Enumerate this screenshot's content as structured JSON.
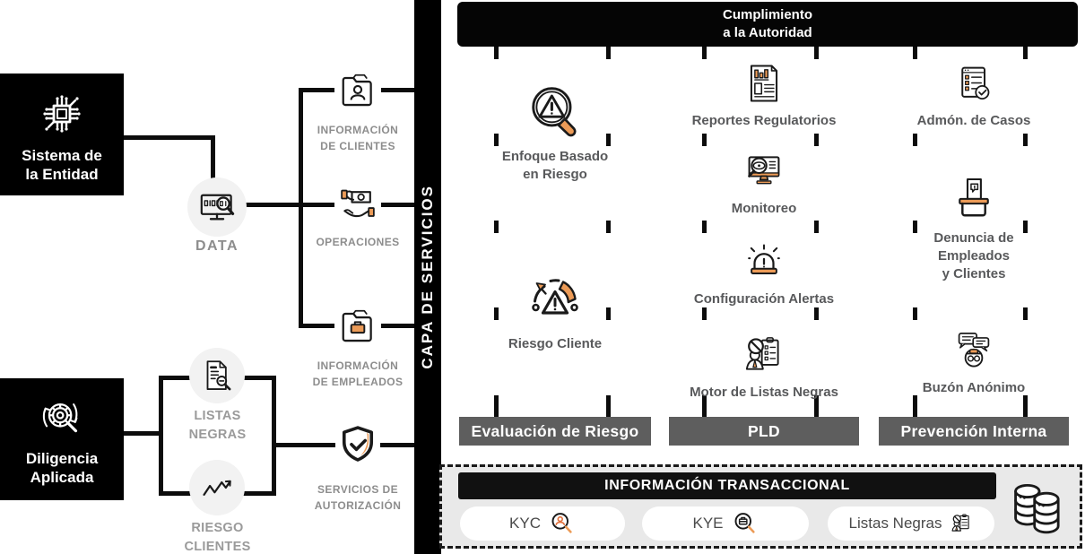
{
  "palette": {
    "accent_orange": "#EC9B57",
    "bar_gray": "#5E5E5E",
    "label_gray": "#8D8D8D",
    "text_dark": "#58595B",
    "panel_bg": "#E9E9E9"
  },
  "left_panel": {
    "entity_box": {
      "label": "Sistema de\nla Entidad",
      "icon": "chip-icon"
    },
    "diligence_box": {
      "label": "Diligencia\nAplicada",
      "icon": "gear-search-icon"
    },
    "data_node": {
      "label": "DATA",
      "icon": "monitor-search-icon"
    },
    "service_rows": [
      {
        "label": "INFORMACIÓN\nDE CLIENTES",
        "icon": "folder-user-icon"
      },
      {
        "label": "OPERACIONES",
        "icon": "hand-money-icon"
      },
      {
        "label": "INFORMACIÓN\nDE EMPLEADOS",
        "icon": "folder-briefcase-icon"
      },
      {
        "label": "SERVICIOS DE\nAUTORIZACIÓN",
        "icon": "shield-check-icon"
      }
    ],
    "lists_box": {
      "top": {
        "label": "LISTAS\nNEGRAS",
        "icon": "document-search-icon"
      },
      "bottom": {
        "label": "RIESGO\nCLIENTES",
        "icon": "trend-zigzag-icon"
      }
    }
  },
  "services_bar": {
    "label": "CAPA DE SERVICIOS"
  },
  "compliance": {
    "header": {
      "label": "Cumplimiento\na la Autoridad"
    },
    "columns": [
      {
        "footer": "Evaluación de Riesgo",
        "items": [
          {
            "label": "Enfoque Basado\nen Riesgo",
            "icon": "search-warning-icon"
          },
          {
            "label": "Riesgo Cliente",
            "icon": "gauge-warning-icon"
          }
        ]
      },
      {
        "footer": "PLD",
        "items": [
          {
            "label": "Reportes Regulatorios",
            "icon": "report-chart-icon"
          },
          {
            "label": "Monitoreo",
            "icon": "monitor-eye-icon"
          },
          {
            "label": "Configuración Alertas",
            "icon": "siren-icon"
          },
          {
            "label": "Motor de Listas Negras",
            "icon": "blacklist-person-icon"
          }
        ]
      },
      {
        "footer": "Prevención Interna",
        "items": [
          {
            "label": "Admón. de Casos",
            "icon": "checklist-icon"
          },
          {
            "label": "Denuncia de\nEmpleados\ny Clientes",
            "icon": "ballot-box-icon"
          },
          {
            "label": "Buzón Anónimo",
            "icon": "anonymous-chat-icon"
          }
        ]
      }
    ]
  },
  "transactional_panel": {
    "header": {
      "label": "INFORMACIÓN TRANSACCIONAL"
    },
    "buttons": [
      {
        "label": "KYC",
        "icon": "user-search-icon"
      },
      {
        "label": "KYE",
        "icon": "case-search-icon"
      },
      {
        "label": "Listas Negras",
        "icon": "blacklist-mini-icon"
      }
    ],
    "db_icon": "database-icon"
  }
}
